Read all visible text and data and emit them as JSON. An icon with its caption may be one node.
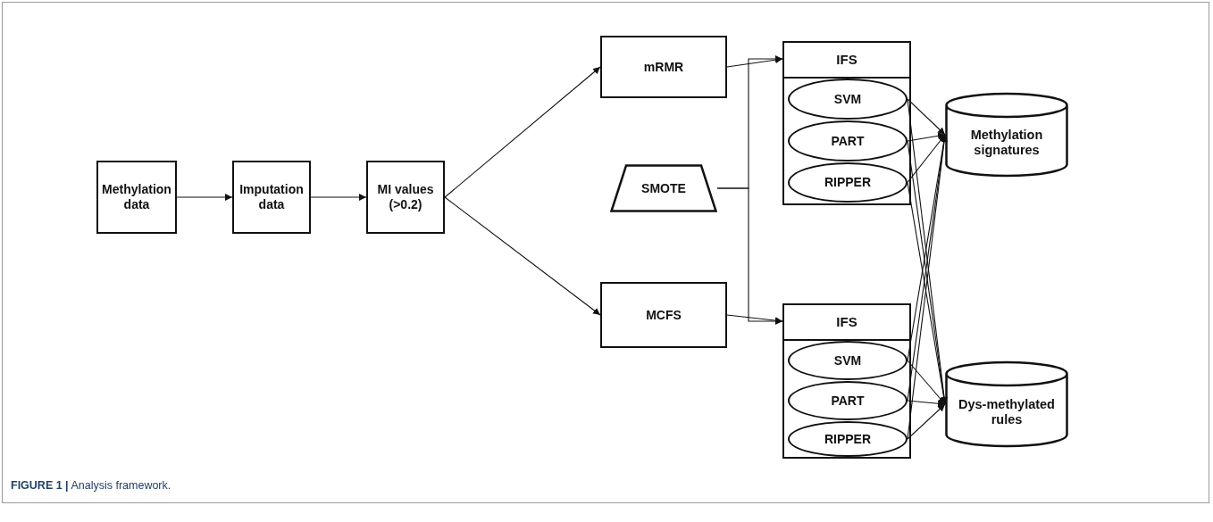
{
  "diagram": {
    "caption": "**FIGURE 1 |** Analysis framework.",
    "nodes": [
      {
        "text": [
          "Methylation data"
        ]
      },
      {
        "text": [
          "Imputation data"
        ]
      },
      {
        "text": [
          "MI values (>0.2)"
        ]
      },
      {
        "text": [
          "mRMR"
        ]
      },
      {
        "text": [
          "SMOTE"
        ]
      },
      {
        "text": [
          "MCFS"
        ]
      },
      {
        "text": [
          "IFS"
        ]
      },
      {
        "text": [
          "SVM"
        ],
        "in": 6
      },
      {
        "text": [
          "PART"
        ],
        "in": 6
      },
      {
        "text": [
          "RIPPER"
        ],
        "in": 6
      },
      {
        "text": [
          "IFS"
        ]
      },
      {
        "text": [
          "SVM"
        ],
        "in": 10
      },
      {
        "text": [
          "PART"
        ],
        "in": 10
      },
      {
        "text": [
          "RIPPER"
        ],
        "in": 10
      },
      {
        "text": [
          "Methylation signatures"
        ]
      },
      {
        "text": [
          "Dys-methylated rules"
        ]
      }
    ],
    "edges": [
      {
        "from": 0,
        "to": 1,
        "arrow": "to"
      },
      {
        "from": 1,
        "to": 2,
        "arrow": "to"
      },
      {
        "from": 2,
        "to": 3,
        "arrow": "to"
      },
      {
        "from": 2,
        "to": 5,
        "arrow": "to"
      },
      {
        "from": 3,
        "to": 6,
        "arrow": "to"
      },
      {
        "from": 4,
        "to": 6,
        "arrow": "to"
      },
      {
        "from": 4,
        "to": 10,
        "arrow": "to"
      },
      {
        "from": 5,
        "to": 10,
        "arrow": "to"
      },
      {
        "from": 7,
        "to": 14,
        "arrow": "to"
      },
      {
        "from": 8,
        "to": 14,
        "arrow": "to"
      },
      {
        "from": 9,
        "to": 14,
        "arrow": "to"
      },
      {
        "from": 7,
        "to": 15,
        "arrow": "to"
      },
      {
        "from": 8,
        "to": 15,
        "arrow": "to"
      },
      {
        "from": 9,
        "to": 15,
        "arrow": "to"
      },
      {
        "from": 11,
        "to": 14,
        "arrow": "to"
      },
      {
        "from": 12,
        "to": 14,
        "arrow": "to"
      },
      {
        "from": 13,
        "to": 14,
        "arrow": "to"
      },
      {
        "from": 11,
        "to": 15,
        "arrow": "to"
      },
      {
        "from": 12,
        "to": 15,
        "arrow": "to"
      },
      {
        "from": 13,
        "to": 15,
        "arrow": "to"
      }
    ]
  }
}
